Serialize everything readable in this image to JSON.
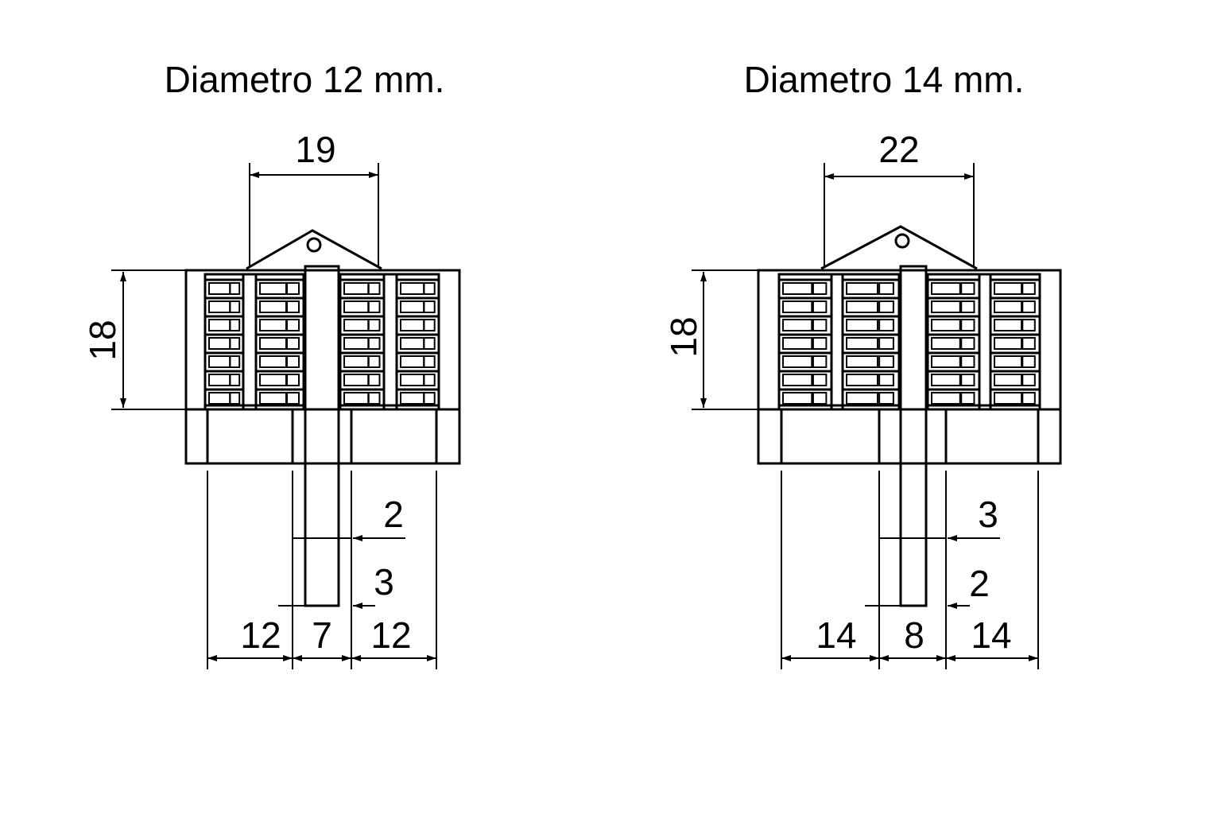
{
  "left": {
    "title": "Diametro 12 mm.",
    "width_dim": "19",
    "height_dim": "18",
    "upper_gap_dim": "2",
    "lower_gap_dim": "3",
    "bottom_dims": [
      "12",
      "7",
      "12"
    ]
  },
  "right": {
    "title": "Diametro 14 mm.",
    "width_dim": "22",
    "height_dim": "18",
    "upper_gap_dim": "3",
    "lower_gap_dim": "2",
    "bottom_dims": [
      "14",
      "8",
      "14"
    ]
  }
}
